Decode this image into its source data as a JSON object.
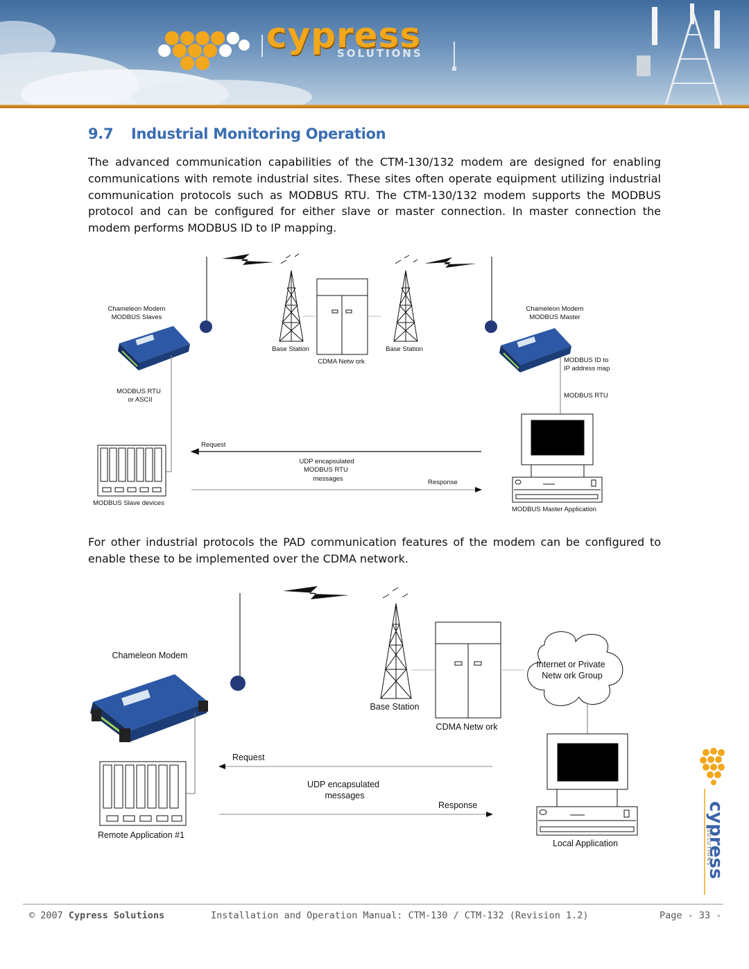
{
  "header": {
    "logo_word": "cypress",
    "logo_sub": "SOLUTIONS"
  },
  "section": {
    "number": "9.7",
    "title": "Industrial Monitoring Operation"
  },
  "paragraphs": [
    "The advanced communication capabilities of the CTM-130/132 modem are designed for enabling communications with remote industrial sites. These sites often operate equipment utilizing industrial communication protocols such as MODBUS RTU. The CTM-130/132 modem supports the MODBUS protocol and can be configured for either slave or master connection. In master connection the modem performs MODBUS ID to IP mapping.",
    "For other industrial protocols the PAD communication features of the modem can be configured to enable these to be implemented over the CDMA network."
  ],
  "diagram1": {
    "left_modem_line1": "Chameleon Modem",
    "left_modem_line2": "MODBUS Slaves",
    "right_modem_line1": "Chameleon Modem",
    "right_modem_line2": "MODBUS Master",
    "base_station_left": "Base Station",
    "base_station_right": "Base Station",
    "network": "CDMA Netw ork",
    "id_map_line1": "MODBUS ID to",
    "id_map_line2": "IP address map",
    "left_protocol_line1": "MODBUS RTU",
    "left_protocol_line2": "or ASCII",
    "right_protocol": "MODBUS RTU",
    "request": "Request",
    "udp_line1": "UDP encapsulated",
    "udp_line2": "MODBUS RTU",
    "udp_line3": "messages",
    "response": "Response",
    "slave_devices": "MODBUS Slave devices",
    "master_app": "MODBUS Master Application"
  },
  "diagram2": {
    "modem": "Chameleon Modem",
    "base_station": "Base Station",
    "network": "CDMA Netw ork",
    "cloud_line1": "Internet or Private",
    "cloud_line2": "Netw ork Group",
    "request": "Request",
    "udp_line1": "UDP encapsulated",
    "udp_line2": "messages",
    "response": "Response",
    "remote_app": "Remote Application #1",
    "local_app": "Local Application"
  },
  "footer": {
    "copyright": "© 2007 ",
    "company": "Cypress Solutions",
    "manual": "Installation and Operation Manual: CTM-130 / CTM-132 (Revision 1.2)",
    "page": "Page - 33 -"
  },
  "side_logo": {
    "word": "cypress",
    "sub": "SOLUTIONS"
  },
  "colors": {
    "heading": "#3a6db3",
    "logo_orange": "#f2a71c",
    "modem_blue": "#2c58a6"
  }
}
